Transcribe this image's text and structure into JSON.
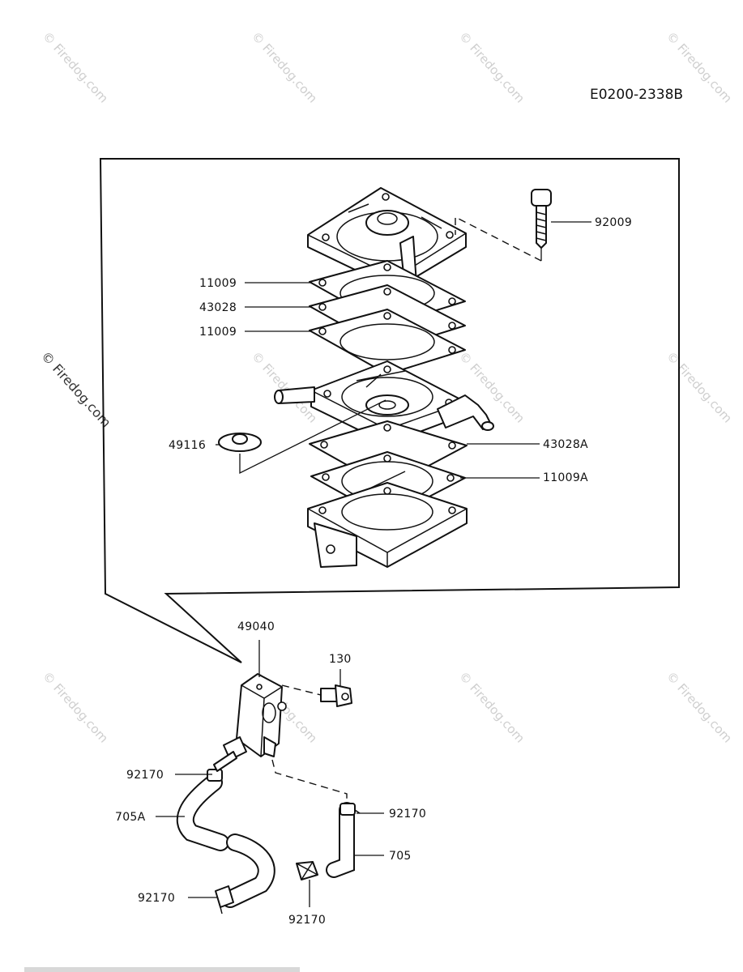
{
  "drawing_code": "E0200-2338B",
  "watermark": "© Firedog.com",
  "callouts": {
    "bolt_top": "92009",
    "gasket_upper": "11009",
    "diaphragm_upper": "43028",
    "gasket_middle": "11009",
    "valve": "49116",
    "diaphragm_lower": "43028A",
    "gasket_lower": "11009A",
    "pump_assy": "49040",
    "bolt_mount": "130",
    "clamp_inlet_top": "92170",
    "hose_inlet": "705A",
    "clamp_inlet_bottom": "92170",
    "clamp_outlet_top": "92170",
    "hose_outlet": "705",
    "clamp_outlet_bottom": "92170"
  }
}
